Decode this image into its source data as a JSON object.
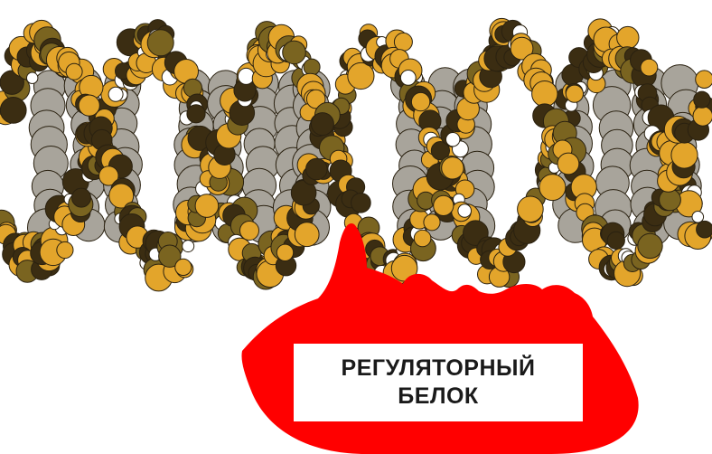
{
  "diagram": {
    "subject": "dna-double-helix-with-regulatory-protein",
    "protein_label": {
      "line1": "РЕГУЛЯТОРНЫЙ",
      "line2": "БЕЛОК"
    }
  },
  "colors": {
    "protein": "#ff0000",
    "base_pair": "#a8a49b",
    "backbone_gold": "#e3a52b",
    "backbone_dark": "#3b2d12",
    "backbone_olive": "#7a6420",
    "hydrogen": "#ffffff",
    "label_text": "#1a1a1a"
  }
}
